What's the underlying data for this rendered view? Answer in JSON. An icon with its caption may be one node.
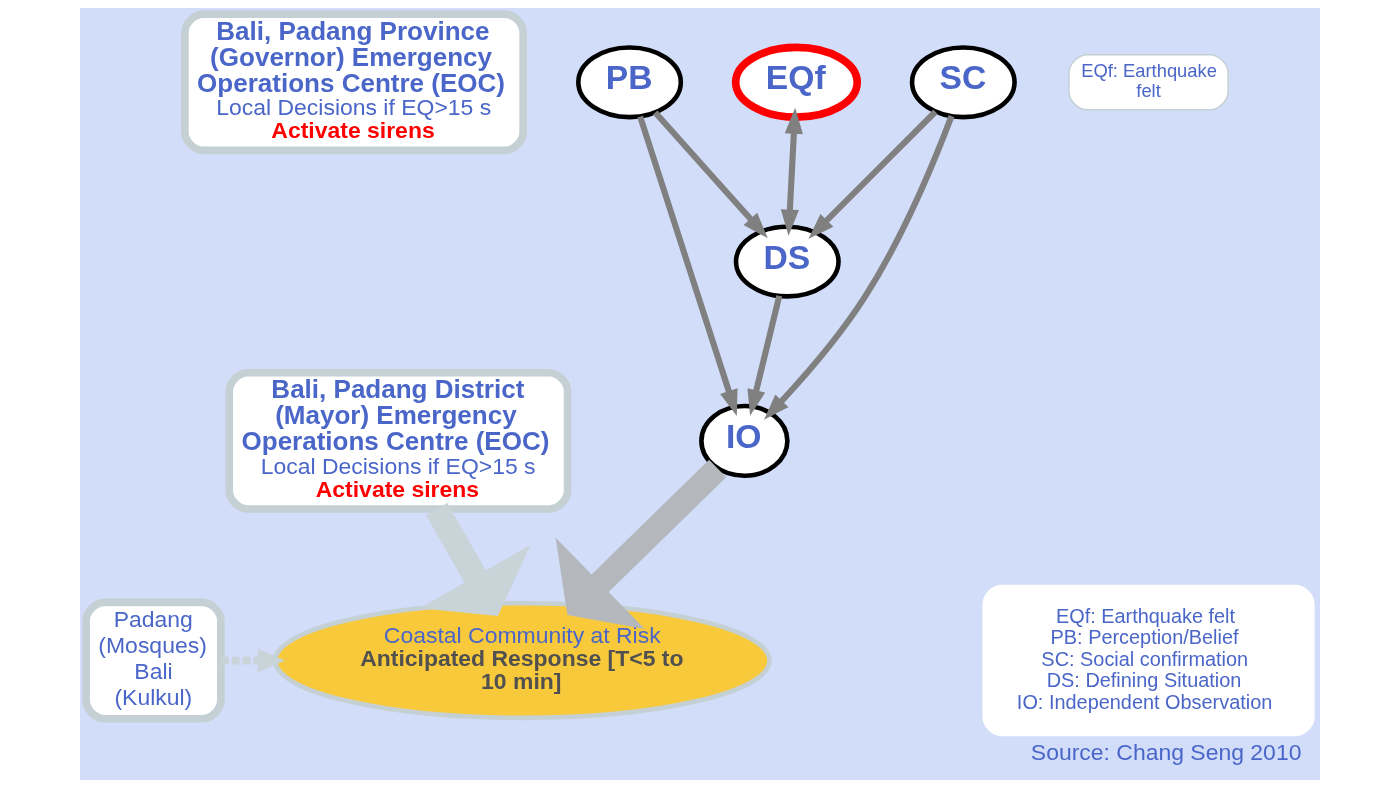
{
  "diagram": {
    "caption": "Source: Chang Seng 2010",
    "nodes": [
      {
        "text": [
          "Bali, Padang Province (Governor) Emergency Operations Centre (EOC)",
          "Local Decisions if EQ>15 s",
          "Activate sirens"
        ]
      },
      {
        "text": [
          "Bali, Padang District (Mayor) Emergency Operations Centre (EOC)",
          "Local Decisions if EQ>15 s",
          "Activate sirens"
        ]
      },
      {
        "text": [
          "Padang (Mosques) Bali (Kulkul)"
        ]
      },
      {
        "text": [
          "Coastal Community at Risk",
          "Anticipated Response [T<5 to 10 min]"
        ]
      },
      {
        "text": [
          "EQf: Earthquake felt"
        ]
      },
      {
        "text": [
          "EQf"
        ]
      },
      {
        "text": [
          "PB"
        ]
      },
      {
        "text": [
          "SC"
        ]
      },
      {
        "text": [
          "DS"
        ]
      },
      {
        "text": [
          "IO"
        ]
      },
      {
        "text": [
          "EQf: Earthquake felt",
          "PB: Perception/Belief",
          "SC: Social confirmation",
          "DS: Defining Situation",
          "IO: Independent Observation"
        ]
      }
    ],
    "edges": [
      {
        "from": 1,
        "to": 3,
        "arrow": "to",
        "style": "thick",
        "color": "#c8d4d8"
      },
      {
        "from": 2,
        "to": 3,
        "arrow": "to",
        "style": "dashed",
        "color": "#c8d4d8"
      },
      {
        "from": 5,
        "to": 8,
        "arrow": "both"
      },
      {
        "from": 6,
        "to": 8,
        "arrow": "to"
      },
      {
        "from": 7,
        "to": 8,
        "arrow": "to"
      },
      {
        "from": 6,
        "to": 9,
        "arrow": "to"
      },
      {
        "from": 8,
        "to": 9,
        "arrow": "to"
      },
      {
        "from": 7,
        "to": 9,
        "arrow": "to"
      },
      {
        "from": 9,
        "to": 3,
        "arrow": "to",
        "style": "thick",
        "color": "#b4b8bc"
      }
    ]
  }
}
